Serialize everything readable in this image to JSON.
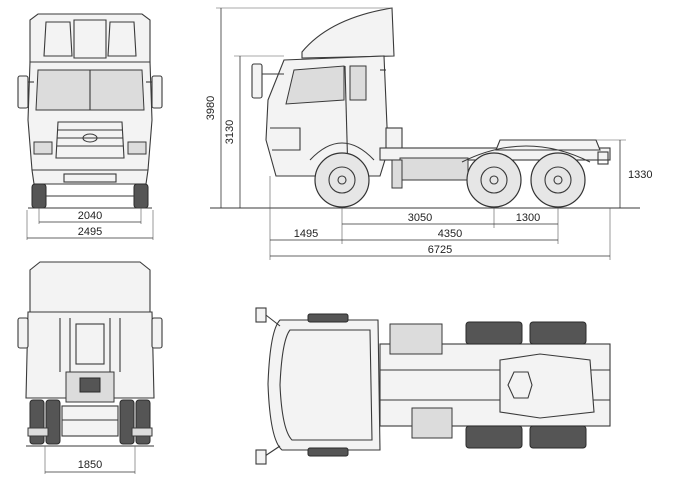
{
  "dimensions": {
    "front_track": "2040",
    "overall_width": "2495",
    "overall_height": "3980",
    "cab_height": "3130",
    "fifth_wheel_height": "1330",
    "front_overhang": "1495",
    "axle_spacing": "3050",
    "rear_axle_spacing": "1300",
    "wheelbase": "4350",
    "overall_length": "6725",
    "rear_track": "1850"
  },
  "colors": {
    "line": "#3a3a3a",
    "fill": "#f3f3f3",
    "shade": "#dcdcdc"
  }
}
